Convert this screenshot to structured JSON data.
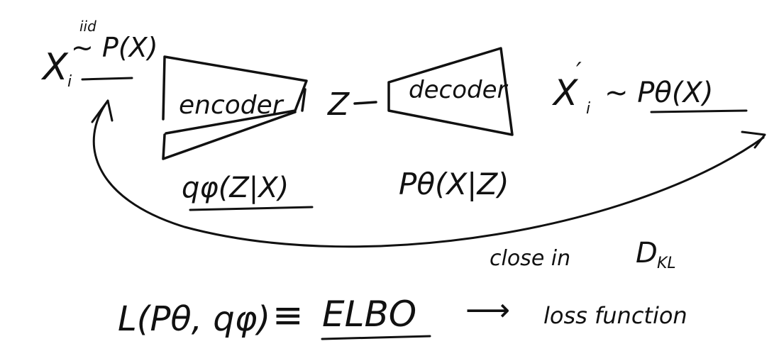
{
  "input": {
    "var": "X",
    "sub": "i",
    "iid": "iid",
    "dist": "~ P(X)"
  },
  "encoder": {
    "label": "encoder",
    "dist": "qφ(Z|X)"
  },
  "latent": {
    "label": "Z"
  },
  "decoder": {
    "label": "decoder",
    "dist": "Pθ(X|Z)"
  },
  "output": {
    "var": "X",
    "sub": "i",
    "prime": "′",
    "dist": "~ Pθ(X)"
  },
  "feedback": {
    "note": "close in",
    "measure": "D",
    "measure_sub": "KL"
  },
  "objective": {
    "lhs": "L(Pθ, qφ)",
    "equiv": "≡",
    "rhs": "ELBO",
    "arrow": "⟶",
    "note": "loss function"
  }
}
